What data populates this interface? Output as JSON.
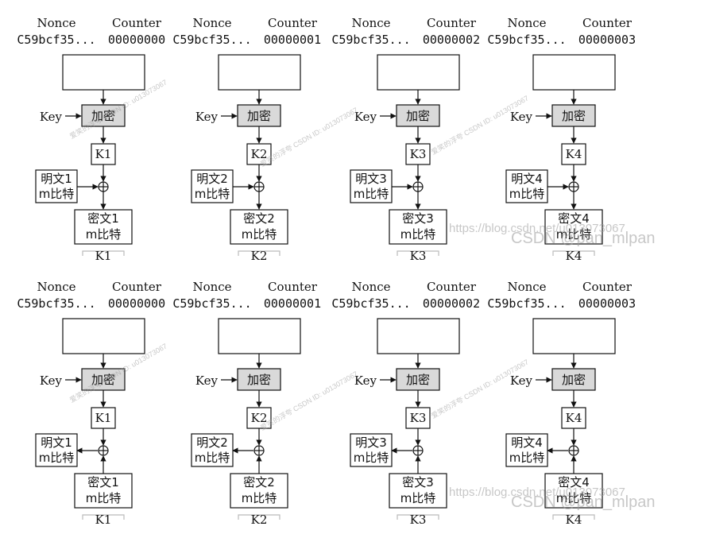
{
  "header": {
    "nonce_label": "Nonce",
    "counter_label": "Counter"
  },
  "blocks": [
    {
      "nonce": "C59bcf35...",
      "counter": "00000000",
      "key_label": "Key",
      "encrypt_label": "加密",
      "key_block": "K1",
      "plaintext_line1": "明文1",
      "plaintext_line2": "m比特",
      "ciphertext_line1": "密文1",
      "ciphertext_line2": "m比特",
      "cut_label": "K1"
    },
    {
      "nonce": "C59bcf35...",
      "counter": "00000001",
      "key_label": "Key",
      "encrypt_label": "加密",
      "key_block": "K2",
      "plaintext_line1": "明文2",
      "plaintext_line2": "m比特",
      "ciphertext_line1": "密文2",
      "ciphertext_line2": "m比特",
      "cut_label": "K2"
    },
    {
      "nonce": "C59bcf35...",
      "counter": "00000002",
      "key_label": "Key",
      "encrypt_label": "加密",
      "key_block": "K3",
      "plaintext_line1": "明文3",
      "plaintext_line2": "m比特",
      "ciphertext_line1": "密文3",
      "ciphertext_line2": "m比特",
      "cut_label": "K3"
    },
    {
      "nonce": "C59bcf35...",
      "counter": "00000003",
      "key_label": "Key",
      "encrypt_label": "加密",
      "key_block": "K4",
      "plaintext_line1": "明文4",
      "plaintext_line2": "m比特",
      "ciphertext_line1": "密文4",
      "ciphertext_line2": "m比特",
      "cut_label": "K4"
    }
  ],
  "diagrams": [
    {
      "name": "encryption-diagram",
      "direction": "encrypt"
    },
    {
      "name": "decryption-diagram",
      "direction": "decrypt"
    }
  ],
  "watermarks": {
    "url": "https://blog.csdn.net/u013073067",
    "brand": "CSDN @pan_mlpan",
    "diagonal": "爱笑的浮夸 CSDN ID: u013073067"
  }
}
